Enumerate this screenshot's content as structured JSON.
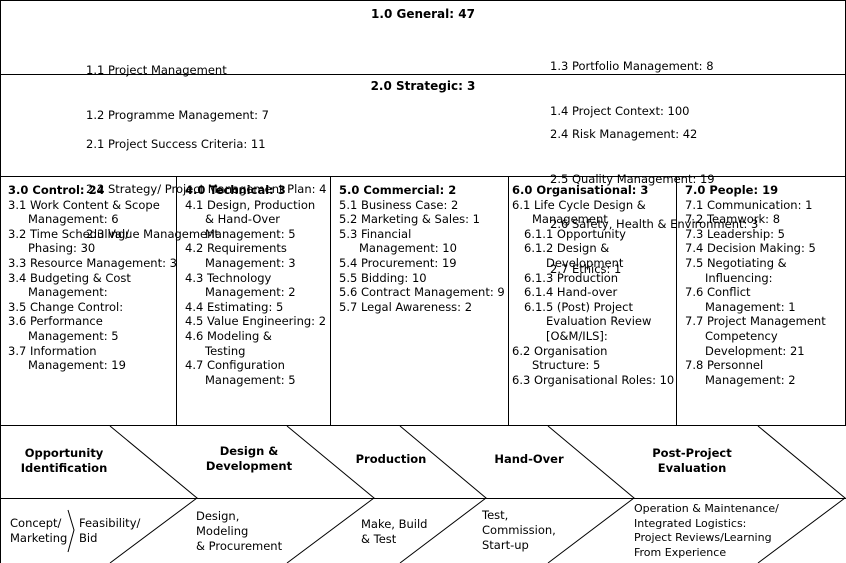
{
  "general": {
    "title": "1.0 General: 47",
    "left": [
      "1.1 Project Management",
      "1.2 Programme Management: 7"
    ],
    "right": [
      "1.3 Portfolio Management: 8",
      "1.4 Project Context: 100"
    ]
  },
  "strategic": {
    "title": "2.0 Strategic: 3",
    "left": [
      "2.1 Project Success Criteria: 11",
      "2.2 Strategy/ Project Management Plan: 4",
      "2.3 Value Management"
    ],
    "right": [
      "2.4 Risk Management: 42",
      "2.5 Quality Management: 19",
      "2.6 Safety, Health & Environment: 3",
      "2.7 Ethics: 1"
    ]
  },
  "columns": [
    {
      "title": "3.0 Control: 24",
      "lines": [
        {
          "t": "3.1 Work Content & Scope",
          "i": 0
        },
        {
          "t": "Management: 6",
          "i": 1
        },
        {
          "t": "3.2 Time Scheduling/",
          "i": 0
        },
        {
          "t": "Phasing: 30",
          "i": 1
        },
        {
          "t": "3.3 Resource Management: 3",
          "i": 0
        },
        {
          "t": "3.4 Budgeting & Cost",
          "i": 0
        },
        {
          "t": "Management:",
          "i": 1
        },
        {
          "t": "3.5 Change Control:",
          "i": 0
        },
        {
          "t": "3.6 Performance",
          "i": 0
        },
        {
          "t": "Management: 5",
          "i": 1
        },
        {
          "t": "3.7 Information",
          "i": 0
        },
        {
          "t": "Management: 19",
          "i": 1
        }
      ]
    },
    {
      "title": "4.0 Technical: 3",
      "lines": [
        {
          "t": "4.1 Design, Production",
          "i": 0
        },
        {
          "t": "& Hand-Over",
          "i": 1
        },
        {
          "t": "Management: 5",
          "i": 1
        },
        {
          "t": "4.2 Requirements",
          "i": 0
        },
        {
          "t": "Management: 3",
          "i": 1
        },
        {
          "t": "4.3 Technology",
          "i": 0
        },
        {
          "t": "Management: 2",
          "i": 1
        },
        {
          "t": "4.4 Estimating: 5",
          "i": 0
        },
        {
          "t": "4.5 Value Engineering: 2",
          "i": 0
        },
        {
          "t": "4.6 Modeling &",
          "i": 0
        },
        {
          "t": "Testing",
          "i": 1
        },
        {
          "t": "4.7 Configuration",
          "i": 0
        },
        {
          "t": "Management: 5",
          "i": 1
        }
      ]
    },
    {
      "title": "5.0 Commercial: 2",
      "lines": [
        {
          "t": "5.1 Business Case: 2",
          "i": 0
        },
        {
          "t": "5.2 Marketing & Sales: 1",
          "i": 0
        },
        {
          "t": "5.3 Financial",
          "i": 0
        },
        {
          "t": "Management: 10",
          "i": 1
        },
        {
          "t": "5.4 Procurement: 19",
          "i": 0
        },
        {
          "t": "5.5 Bidding: 10",
          "i": 0
        },
        {
          "t": "5.6 Contract Management: 9",
          "i": 0
        },
        {
          "t": "5.7 Legal Awareness: 2",
          "i": 0
        }
      ]
    },
    {
      "title": "6.0 Organisational: 3",
      "lines": [
        {
          "t": "6.1 Life Cycle Design &",
          "i": 0
        },
        {
          "t": "Management",
          "i": 1
        },
        {
          "t": "6.1.1 Opportunity",
          "i": 2
        },
        {
          "t": "6.1.2 Design &",
          "i": 2
        },
        {
          "t": "Development",
          "i": 3
        },
        {
          "t": "6.1.3 Production",
          "i": 2
        },
        {
          "t": "6.1.4 Hand-over",
          "i": 2
        },
        {
          "t": "6.1.5 (Post) Project",
          "i": 2
        },
        {
          "t": "Evaluation Review",
          "i": 3
        },
        {
          "t": "[O&M/ILS]:",
          "i": 3
        },
        {
          "t": "6.2 Organisation",
          "i": 0
        },
        {
          "t": "Structure: 5",
          "i": 1
        },
        {
          "t": "6.3 Organisational Roles: 10",
          "i": 0
        }
      ]
    },
    {
      "title": "7.0 People: 19",
      "lines": [
        {
          "t": "7.1 Communication: 1",
          "i": 0
        },
        {
          "t": "7.2 Teamwork: 8",
          "i": 0
        },
        {
          "t": "7.3 Leadership: 5",
          "i": 0
        },
        {
          "t": "7.4 Decision Making: 5",
          "i": 0
        },
        {
          "t": "7.5 Negotiating &",
          "i": 0
        },
        {
          "t": "Influencing:",
          "i": 1
        },
        {
          "t": "7.6 Conflict",
          "i": 0
        },
        {
          "t": "Management: 1",
          "i": 1
        },
        {
          "t": "7.7 Project Management",
          "i": 0
        },
        {
          "t": "Competency",
          "i": 1
        },
        {
          "t": "Development: 21",
          "i": 1
        },
        {
          "t": "7.8 Personnel",
          "i": 0
        },
        {
          "t": "Management: 2",
          "i": 1
        }
      ]
    }
  ],
  "phases": [
    {
      "lines": [
        "Opportunity",
        "Identification"
      ]
    },
    {
      "lines": [
        "Design &",
        "Development"
      ]
    },
    {
      "lines": [
        "Production"
      ]
    },
    {
      "lines": [
        "Hand-Over"
      ]
    },
    {
      "lines": [
        "Post-Project",
        "Evaluation"
      ]
    }
  ],
  "activities": [
    {
      "lines": [
        "Concept/",
        "Marketing"
      ]
    },
    {
      "lines": [
        "Feasibility/",
        "Bid"
      ]
    },
    {
      "lines": [
        "Design,",
        "Modeling",
        "& Procurement"
      ]
    },
    {
      "lines": [
        "Make, Build",
        "& Test"
      ]
    },
    {
      "lines": [
        "Test,",
        "Commission,",
        "Start-up"
      ]
    },
    {
      "lines": [
        "Operation & Maintenance/",
        "Integrated Logistics:",
        "Project Reviews/Learning",
        "From Experience"
      ]
    }
  ]
}
